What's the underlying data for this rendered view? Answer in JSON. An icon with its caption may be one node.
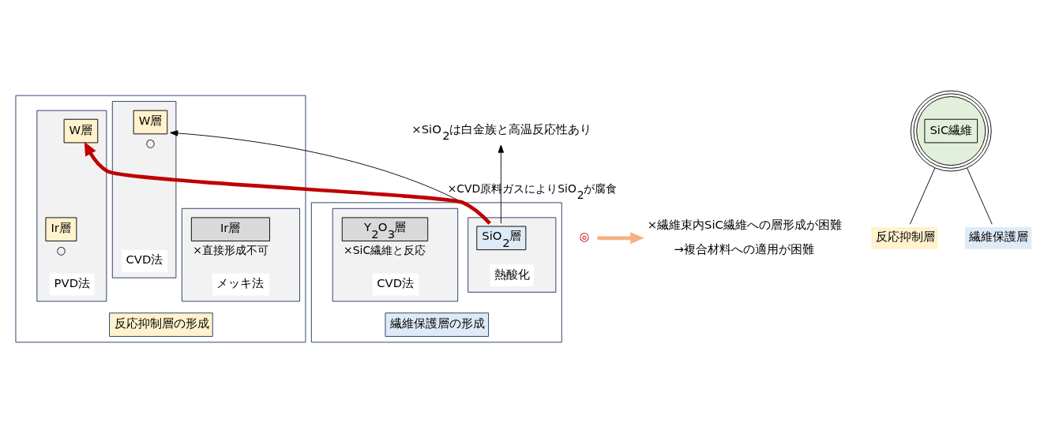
{
  "diagram": {
    "nodes": [
      {
        "text": [
          "反応抑制層の形成"
        ]
      },
      {
        "text": [
          "メッキ法"
        ],
        "in": 0
      },
      {
        "text": [
          "Ir層"
        ],
        "in": 1,
        "beside": [
          "×直接形成不可"
        ]
      },
      {
        "text": [
          "CVD法"
        ],
        "in": 0
      },
      {
        "text": [
          "W層"
        ],
        "in": 3,
        "beside": [
          "○"
        ]
      },
      {
        "text": [
          "PVD法"
        ],
        "in": 0
      },
      {
        "text": [
          "Ir層"
        ],
        "in": 5,
        "beside": [
          "○"
        ]
      },
      {
        "text": [
          "W層"
        ],
        "in": 5
      },
      {
        "text": [
          "×SiO$_{2}$は白金族と高温反応性あり"
        ]
      },
      {
        "text": [
          "◎"
        ]
      },
      {
        "text": [
          "×繊維束内SiC繊維への層形成が困難",
          "→複合材料への適用が困難"
        ]
      },
      {
        "text": [
          "繊維保護層の形成"
        ]
      },
      {
        "text": [
          "熱酸化"
        ],
        "in": 11
      },
      {
        "text": [
          "SiO$_{2}$層"
        ],
        "in": 12
      },
      {
        "text": [
          "CVD法"
        ],
        "in": 11
      },
      {
        "text": [
          "Y$_{2}$O$_{3}$層"
        ],
        "in": 14,
        "beside": [
          "×SiC繊維と反応"
        ]
      },
      {
        "text": [
          "SiC繊維"
        ]
      },
      {
        "text": [
          "反応抑制層"
        ]
      },
      {
        "text": [
          "繊維保護層"
        ]
      }
    ],
    "edges": [
      {
        "from": 13,
        "to": 4,
        "arrow": "to",
        "label": "×CVD原料ガスによりSiO$_{2}$が腐食"
      },
      {
        "from": 13,
        "to": 8,
        "arrow": "to"
      },
      {
        "from": 13,
        "to": 7,
        "arrow": "to",
        "style": "thick",
        "color": "#c00000"
      },
      {
        "from": 9,
        "to": 10,
        "arrow": "to",
        "style": "thick",
        "color": "#f4b183"
      },
      {
        "from": 17,
        "to": 16,
        "arrow": "none"
      },
      {
        "from": 18,
        "to": 16,
        "arrow": "none"
      }
    ]
  }
}
